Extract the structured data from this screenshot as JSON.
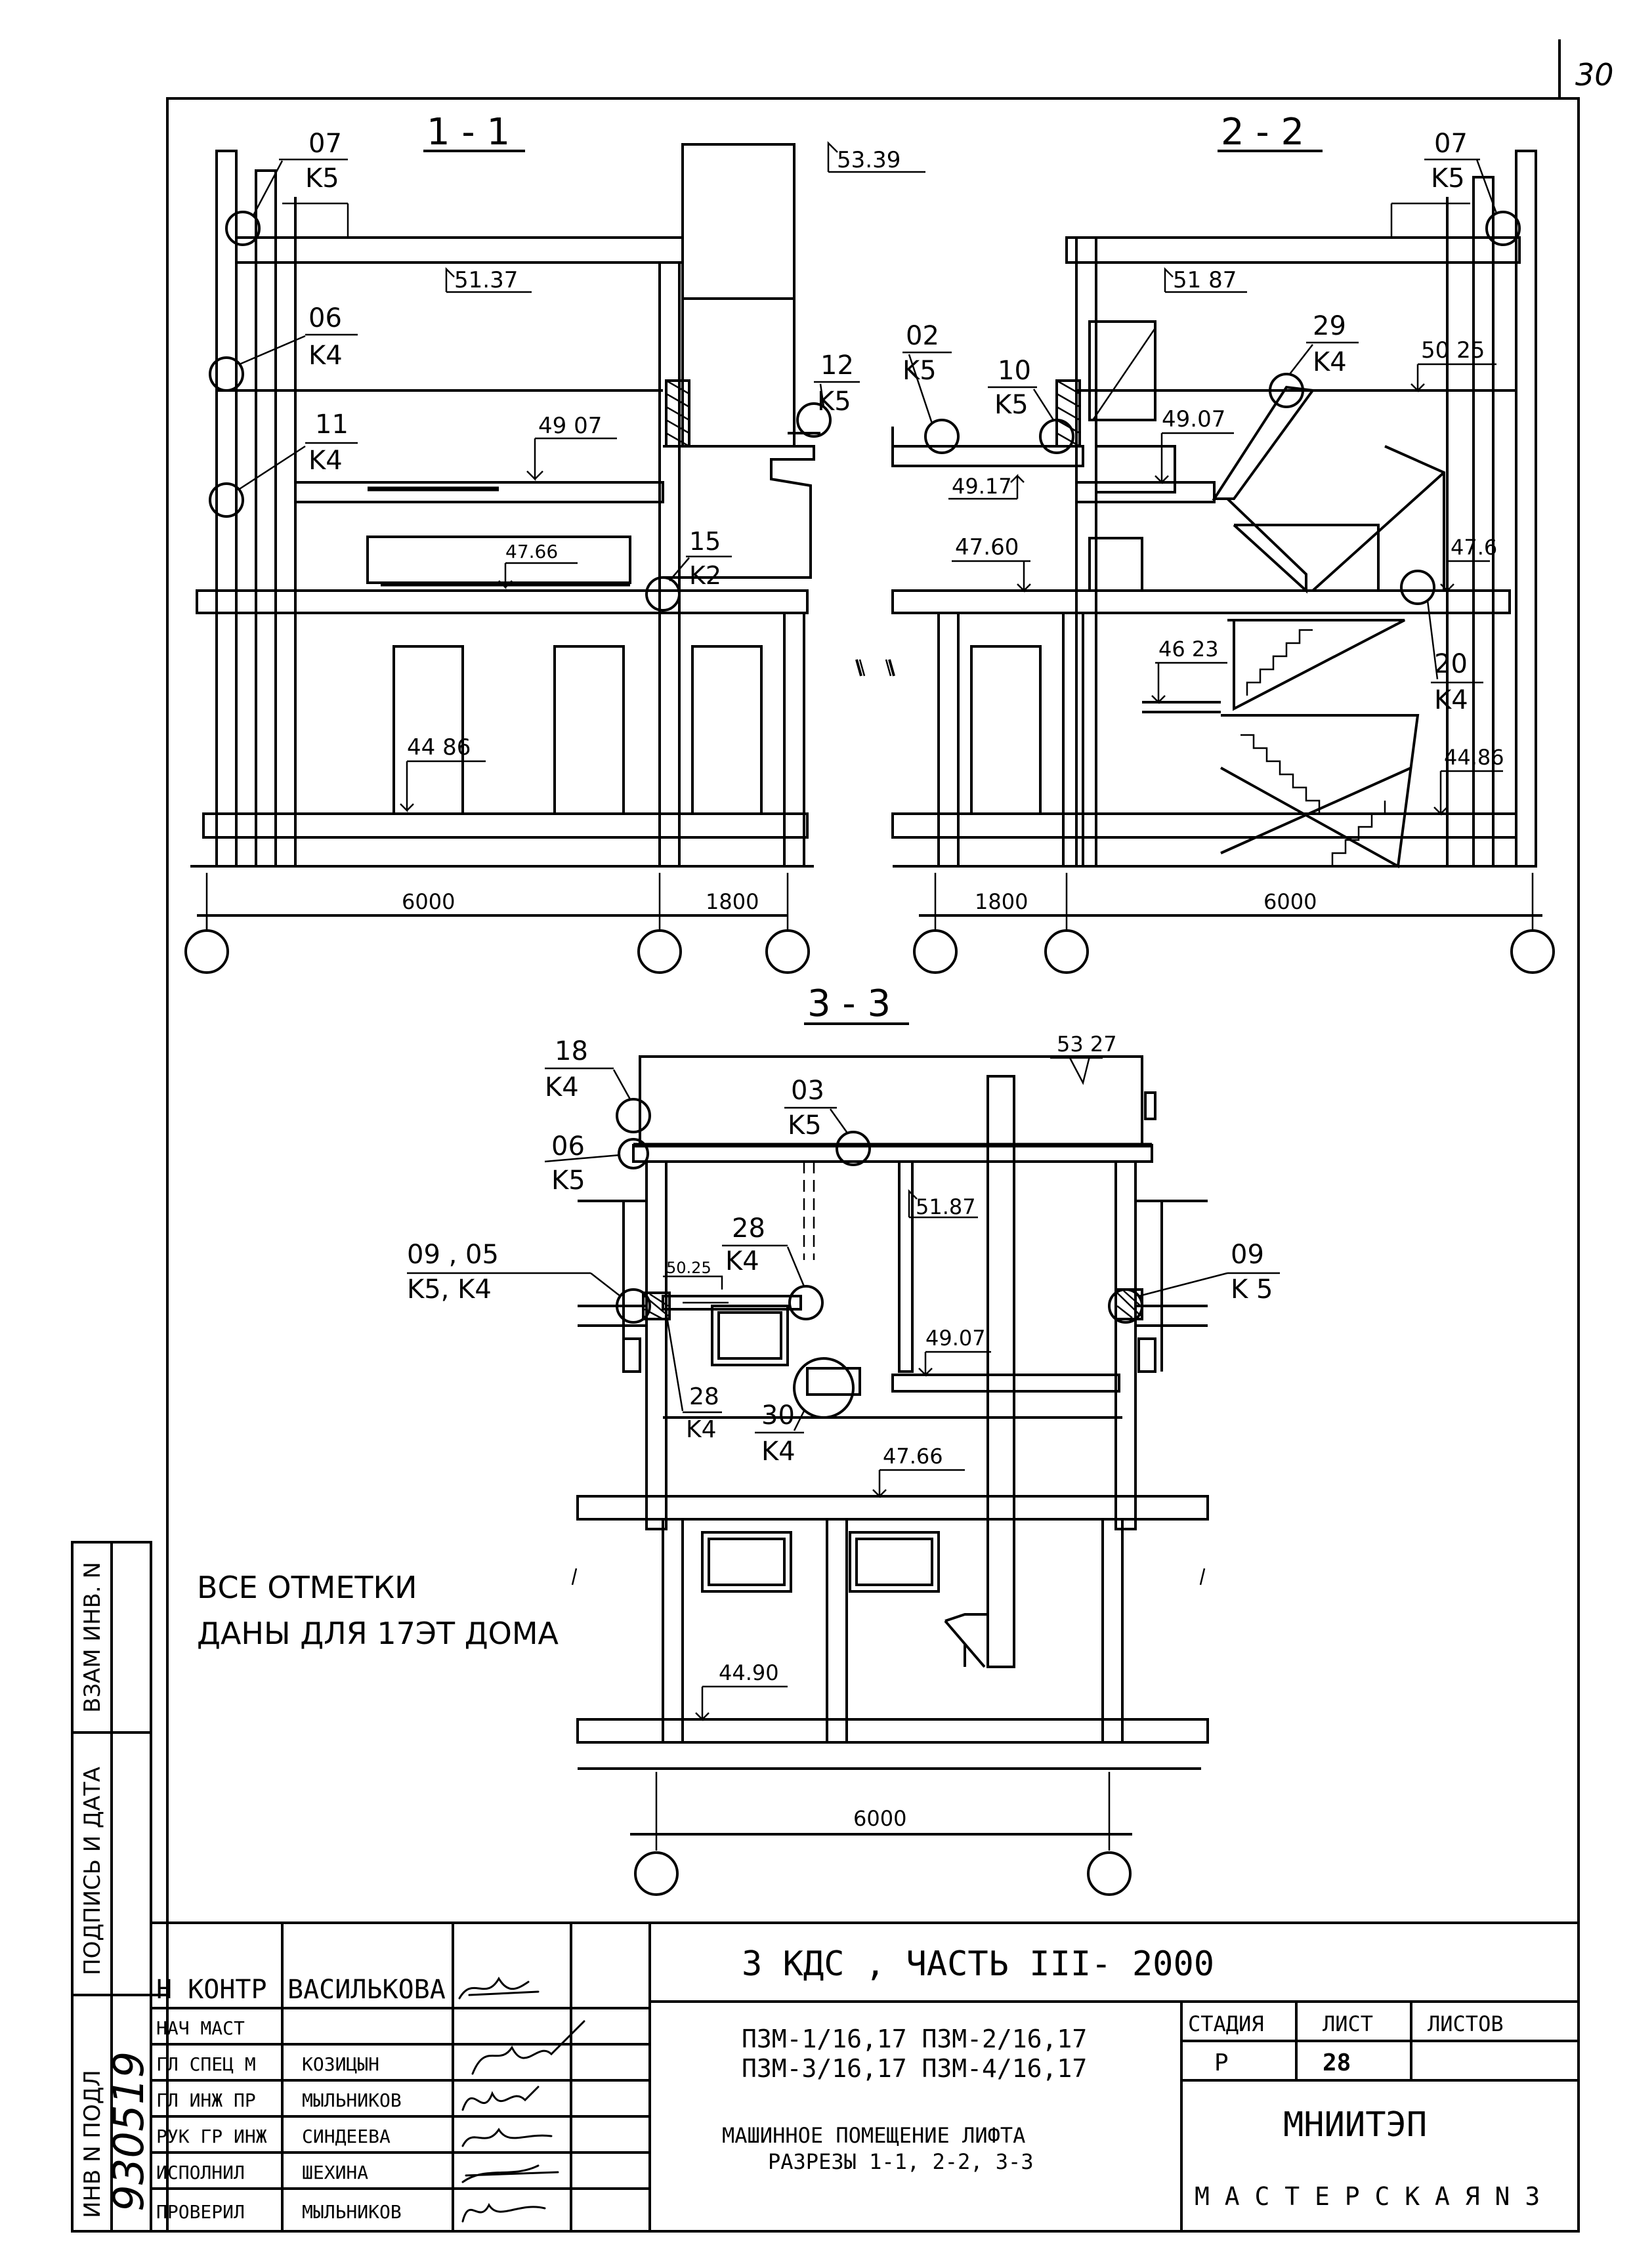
{
  "sheet_corner_number": "30",
  "section_titles": {
    "s1": "1 - 1",
    "s2": "2 - 2",
    "s3": "3 - 3"
  },
  "callouts": {
    "s1_07": {
      "top": "07",
      "bottom": "K5"
    },
    "s1_06": {
      "top": "06",
      "bottom": "K4"
    },
    "s1_11": {
      "top": "11",
      "bottom": "K4"
    },
    "s1_12": {
      "top": "12",
      "bottom": "K5"
    },
    "s1_15": {
      "top": "15",
      "bottom": "K2"
    },
    "s2_02": {
      "top": "02",
      "bottom": "K5"
    },
    "s2_10": {
      "top": "10",
      "bottom": "K5"
    },
    "s2_07": {
      "top": "07",
      "bottom": "K5"
    },
    "s2_29": {
      "top": "29",
      "bottom": "K4"
    },
    "s2_20": {
      "top": "20",
      "bottom": "K4"
    },
    "s3_18": {
      "top": "18",
      "bottom": "K4"
    },
    "s3_03": {
      "top": "03",
      "bottom": "K5"
    },
    "s3_06": {
      "top": "06",
      "bottom": "K5"
    },
    "s3_0905": {
      "top": "09 , 05",
      "bottom": "K5, K4"
    },
    "s3_28a": {
      "top": "28",
      "bottom": "K4"
    },
    "s3_28b": {
      "top": "28",
      "bottom": "K4"
    },
    "s3_30": {
      "top": "30",
      "bottom": "K4"
    },
    "s3_09": {
      "top": "09",
      "bottom": "K 5"
    }
  },
  "elevations": {
    "s1_top": "53.39",
    "s1_roof": "51.37",
    "s1_4907": "49 07",
    "s1_4766": "47.66",
    "s1_4486": "44 86",
    "s2_roof": "51 87",
    "s2_5025": "50 25",
    "s2_4907": "49.07",
    "s2_4917": "49.17",
    "s2_4760": "47.60",
    "s2_4766": "47.6",
    "s2_4623": "46 23",
    "s2_4486": "44.86",
    "s3_top": "53 27",
    "s3_5187": "51.87",
    "s3_5025": "50.25",
    "s3_4907": "49.07",
    "s3_4766": "47.66",
    "s3_4490": "44.90"
  },
  "dimensions": {
    "s1_a": "6000",
    "s1_b": "1800",
    "s2_a": "1800",
    "s2_b": "6000",
    "s3_a": "6000"
  },
  "note": {
    "line1": "ВСЕ  ОТМЕТКИ",
    "line2": "ДАНЫ  ДЛЯ 17ЭТ ДОМА"
  },
  "side_stamp": {
    "inv_vzam": "ВЗАМ ИНВ. N",
    "signature_date": "ПОДПИСЬ И ДАТА",
    "inv_podl": "ИНВ N ПОДЛ",
    "inv_number": "930519"
  },
  "title_block": {
    "roles": [
      {
        "role": "Н КОНТР",
        "name": "ВАСИЛЬКОВА"
      },
      {
        "role": "НАЧ МАСТ",
        "name": ""
      },
      {
        "role": "ГЛ СПЕЦ М",
        "name": "КОЗИЦЫН"
      },
      {
        "role": "ГЛ ИНЖ ПР",
        "name": "МЫЛЬНИКОВ"
      },
      {
        "role": "РУК ГР ИНЖ",
        "name": "СИНДЕЕВА"
      },
      {
        "role": "ИСПОЛНИЛ",
        "name": "ШЕХИНА"
      },
      {
        "role": "ПРОВЕРИЛ",
        "name": "МЫЛЬНИКОВ"
      }
    ],
    "project": "3 КДС ,  ЧАСТЬ III- 2000",
    "series_line1": "П3М-1/16,17  П3М-2/16,17",
    "series_line2": "П3М-3/16,17  П3М-4/16,17",
    "sheet_title_line1": "МАШИННОЕ ПОМЕЩЕНИЕ ЛИФТА",
    "sheet_title_line2": "РАЗРЕЗЫ 1-1, 2-2, 3-3",
    "stage_label": "СТАДИЯ",
    "sheet_label": "ЛИСТ",
    "sheets_label": "ЛИСТОВ",
    "stage_value": "Р",
    "sheet_value": "28",
    "sheets_value": "",
    "org": "МНИИТЭП",
    "workshop": "М А С Т Е Р С К А Я   N 3"
  }
}
